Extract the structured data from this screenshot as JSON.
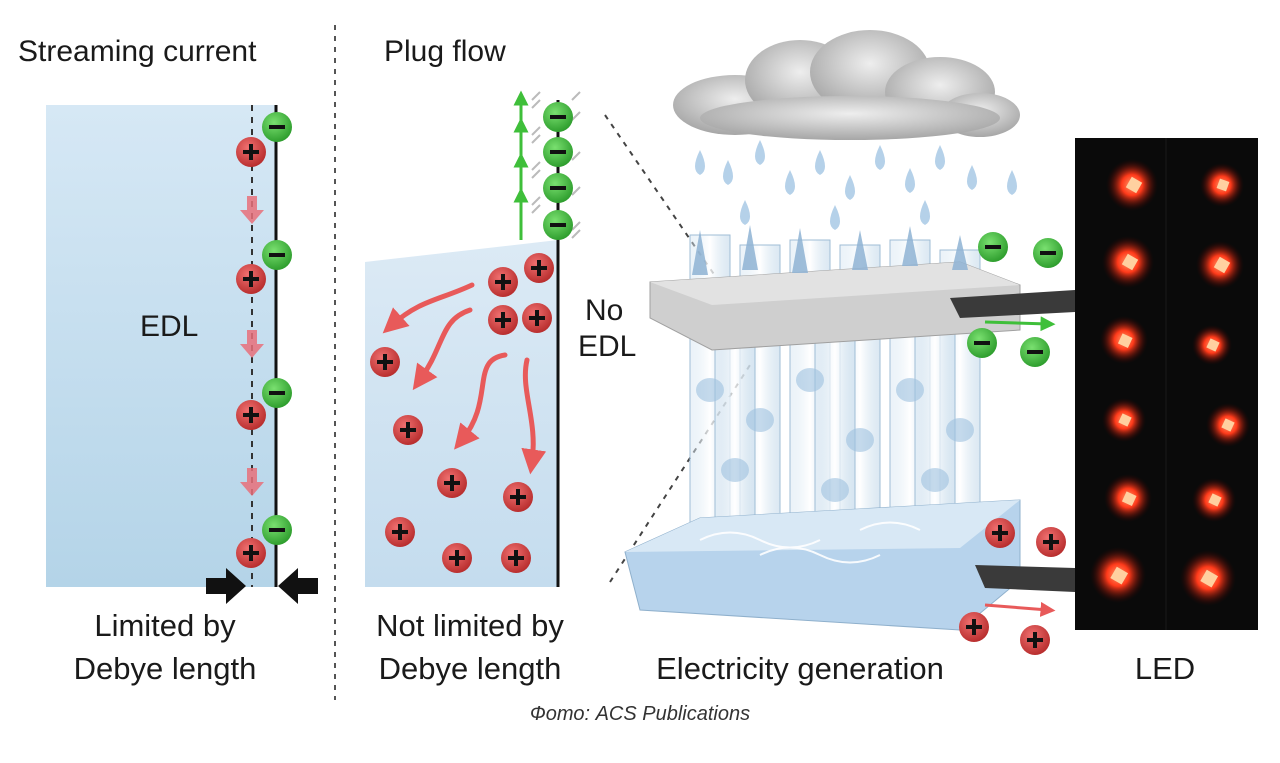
{
  "panels": {
    "streaming": {
      "title": "Streaming current",
      "inner_label": "EDL",
      "bottom_line1": "Limited by",
      "bottom_line2": "Debye length"
    },
    "plug": {
      "title": "Plug flow",
      "inner_label_line1": "No",
      "inner_label_line2": "EDL",
      "bottom_line1": "Not limited by",
      "bottom_line2": "Debye length"
    },
    "generation": {
      "bottom_label": "Electricity generation"
    },
    "led": {
      "bottom_label": "LED"
    }
  },
  "caption": "Фото: ACS Publications",
  "colors": {
    "positive_ion": "#d83a3a",
    "negative_ion": "#3fbf3a",
    "flow_arrow": "#e85a5a",
    "fluid": "#bcd9ec",
    "led_bg": "#0a0a0a"
  },
  "icons": {
    "positive": "plus-ion-icon",
    "negative": "minus-ion-icon",
    "cloud": "cloud-icon"
  }
}
